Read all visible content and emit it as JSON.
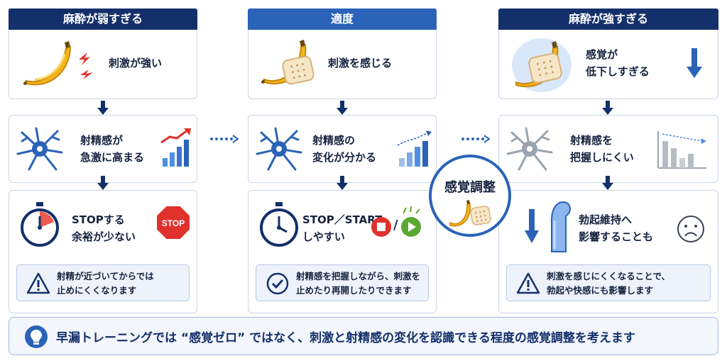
{
  "columns": [
    {
      "header": "麻酔が弱すぎる",
      "row1": "刺激が強い",
      "row2": [
        "射精感が",
        "急激に高まる"
      ],
      "row3": [
        "STOPする",
        "余裕が少ない"
      ],
      "stop_sign": "STOP",
      "note": [
        "射精が近づいてからでは",
        "止めにくくなります"
      ],
      "icons": [
        "banana-icon",
        "lightning-icon",
        "neuron-icon",
        "rising-bar-chart-icon",
        "stopwatch-icon",
        "stop-sign-icon",
        "warning-icon"
      ]
    },
    {
      "header": "適度",
      "row1": "刺激を感じる",
      "row2": [
        "射精感の",
        "変化が分かる"
      ],
      "row3": [
        "STOP／START",
        "しやすい"
      ],
      "note": [
        "射精感を把握しながら、刺激を",
        "止めたり再開したりできます"
      ],
      "icons": [
        "banana-with-patch-icon",
        "neuron-icon",
        "rising-bar-chart-icon",
        "stopwatch-icon",
        "stop-icon",
        "play-icon",
        "check-icon"
      ]
    },
    {
      "header": "麻酔が強すぎる",
      "row1": [
        "感覚が",
        "低下しすぎる"
      ],
      "row2": [
        "射精感を",
        "把握しにくい"
      ],
      "row3": [
        "勃起維持へ",
        "影響することも"
      ],
      "note": [
        "刺激を感じにくくなることで、",
        "勃起や快感にも影響します"
      ],
      "icons": [
        "banana-with-patch-icon",
        "down-arrow-icon",
        "gray-neuron-icon",
        "falling-bar-chart-icon",
        "down-arrow-icon",
        "penis-icon",
        "sad-face-icon",
        "warning-icon"
      ]
    }
  ],
  "center": {
    "label": "感覚調整",
    "icons": [
      "banana-icon",
      "patch-icon"
    ]
  },
  "bottom": {
    "text": "早漏トレーニングでは “感覚ゼロ” ではなく、刺激と射精感の変化を認識できる程度の感覚調整を考えます",
    "icon": "lightbulb-icon"
  },
  "colors": {
    "navy": "#14306a",
    "blue": "#2a63b7",
    "banana": "#f2b51c",
    "red": "#e0312c",
    "green": "#5aa832",
    "note_bg": "#eef3fb"
  }
}
